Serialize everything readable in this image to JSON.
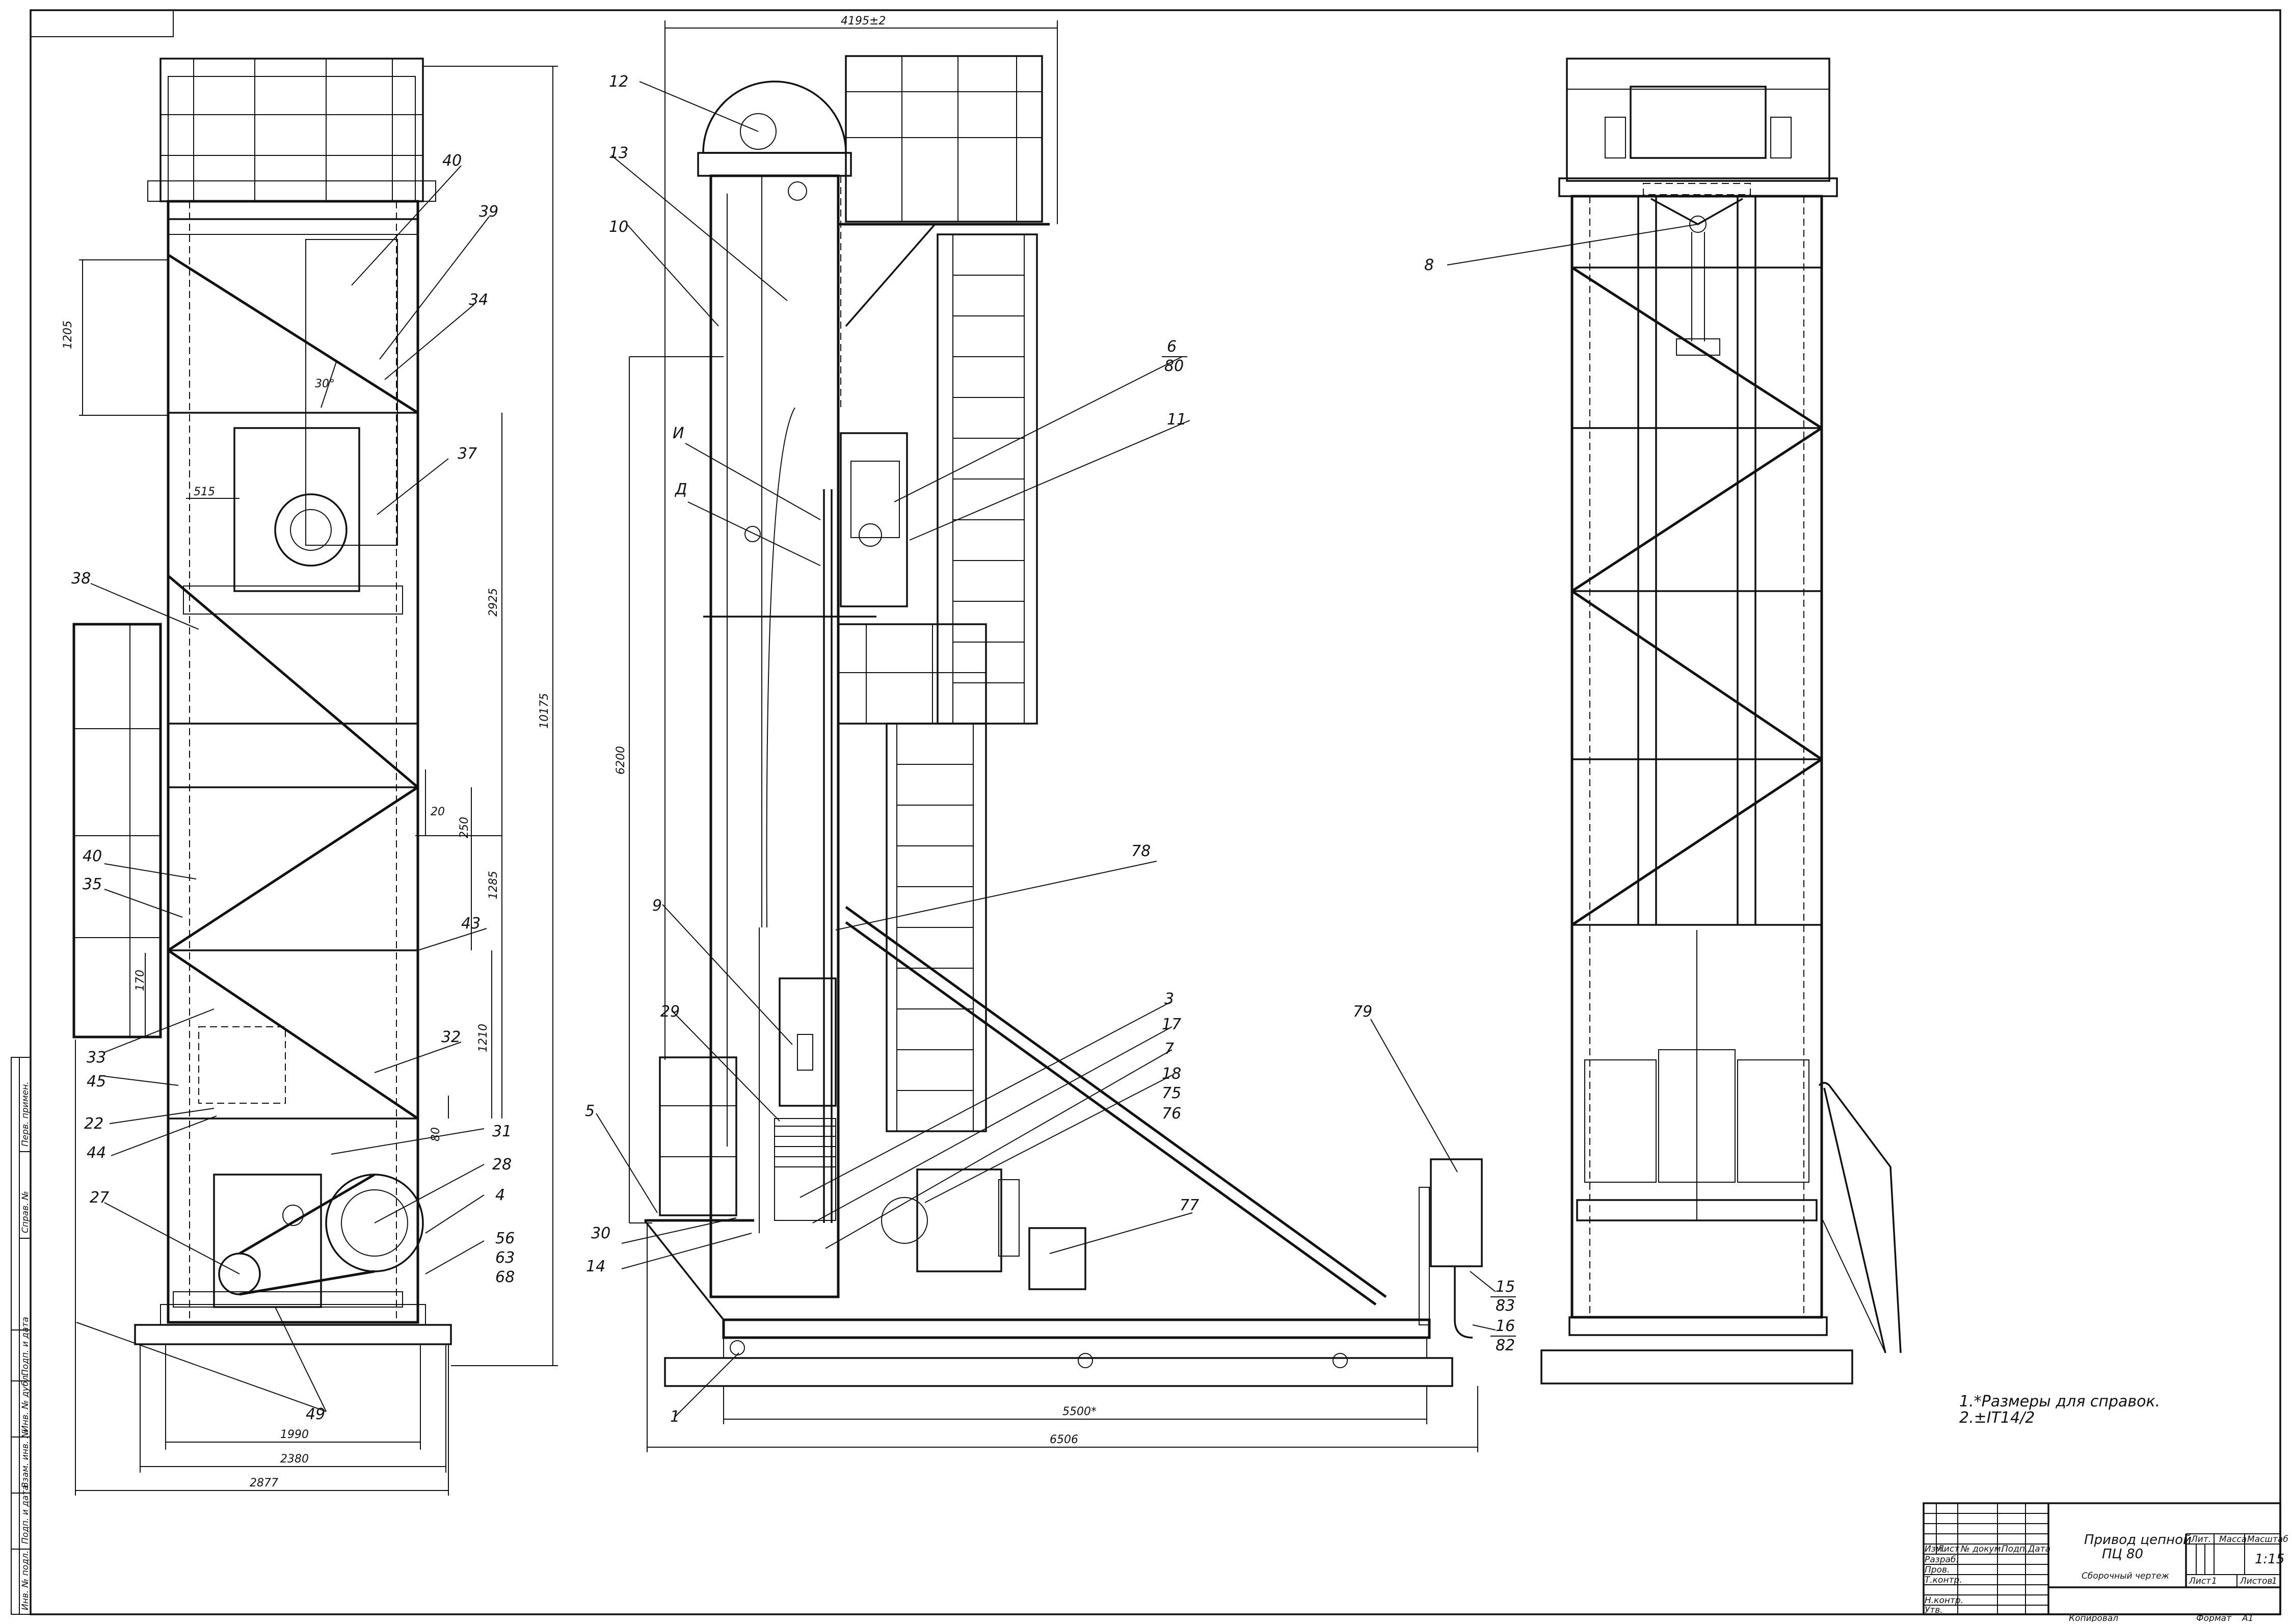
{
  "sheet": {
    "notes": [
      "1.*Размеры для справок.",
      "2.±IT14/2"
    ]
  },
  "side_stamp": [
    "Перв. примен.",
    "Справ. №",
    "Подп. и дата",
    "Инв. № дубл.",
    "Взам. инв. №",
    "Подп. и дата",
    "Инв. № подл."
  ],
  "view_left": {
    "dims": [
      "1205",
      "30°",
      "515",
      "2925",
      "10175",
      "20",
      "250",
      "1285",
      "1210",
      "170",
      "80",
      "1990",
      "2380",
      "2877"
    ],
    "callouts": [
      "40",
      "39",
      "34",
      "37",
      "38",
      "40",
      "35",
      "43",
      "33",
      "45",
      "32",
      "22",
      "44",
      "31",
      "28",
      "27",
      "4",
      "56",
      "63",
      "68",
      "49"
    ]
  },
  "view_center": {
    "dims": [
      "4195±2",
      "6200",
      "5500*",
      "6506"
    ],
    "callouts": [
      "12",
      "13",
      "10",
      "И",
      "Д",
      "6",
      "80",
      "11",
      "78",
      "9",
      "29",
      "3",
      "17",
      "7",
      "18",
      "75",
      "76",
      "5",
      "30",
      "14",
      "77",
      "79",
      "15",
      "83",
      "16",
      "82",
      "1"
    ]
  },
  "view_right": {
    "callouts": [
      "8"
    ]
  },
  "title_block": {
    "title_line1": "Привод цепной",
    "title_line2": "ПЦ 80",
    "subtitle": "Сборочный чертеж",
    "col_lit": "Лит.",
    "col_mass": "Масса",
    "col_scale": "Масштаб",
    "scale": "1:15",
    "sheet_label": "Лист",
    "sheet_no": "1",
    "sheets_label": "Листов",
    "sheets_total": "1",
    "row_headers": [
      "Изм.",
      "Лист",
      "№ докум.",
      "Подп.",
      "Дата"
    ],
    "roles": [
      "Разраб.",
      "Пров.",
      "Т.контр.",
      "",
      "Н.контр.",
      "Утв."
    ],
    "copied": "Копировал",
    "format_label": "Формат",
    "format": "А1"
  }
}
